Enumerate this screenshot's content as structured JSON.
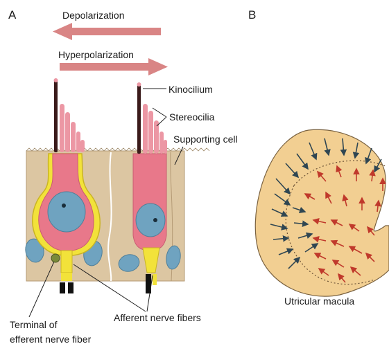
{
  "panels": {
    "a": "A",
    "b": "B"
  },
  "arrows": {
    "depolarization": "Depolarization",
    "hyperpolarization": "Hyperpolarization"
  },
  "labels": {
    "kinocilium": "Kinocilium",
    "stereocilia": "Stereocilia",
    "supporting_cell": "Supporting cell",
    "afferent_fibers": "Afferent nerve fibers",
    "efferent_terminal_line1": "Terminal of",
    "efferent_terminal_line2": "efferent nerve fiber",
    "utricular_macula": "Utricular macula"
  },
  "colors": {
    "arrow": "#d98585",
    "hair_cell": "#e8788a",
    "stereocilia": "#ec97a4",
    "nucleus": "#6fa3c0",
    "supporting_tissue": "#dcc6a2",
    "nerve_terminal": "#f2e23a",
    "macula_fill": "#f2cf92",
    "macula_arrow_dark": "#2f4652",
    "macula_arrow_red": "#c0392b",
    "kinocilium": "#3a1a1a"
  }
}
